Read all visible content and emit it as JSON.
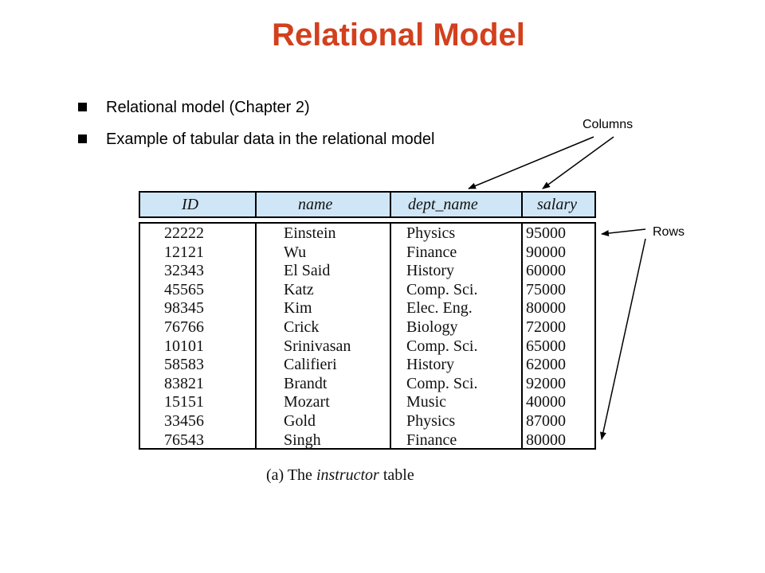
{
  "title": "Relational Model",
  "bullets": [
    "Relational model (Chapter 2)",
    "Example of tabular data in the relational model"
  ],
  "callouts": {
    "columns": "Columns",
    "rows": "Rows"
  },
  "table": {
    "headers": [
      "ID",
      "name",
      "dept_name",
      "salary"
    ],
    "rows": [
      [
        "22222",
        "Einstein",
        "Physics",
        "95000"
      ],
      [
        "12121",
        "Wu",
        "Finance",
        "90000"
      ],
      [
        "32343",
        "El Said",
        "History",
        "60000"
      ],
      [
        "45565",
        "Katz",
        "Comp. Sci.",
        "75000"
      ],
      [
        "98345",
        "Kim",
        "Elec. Eng.",
        "80000"
      ],
      [
        "76766",
        "Crick",
        "Biology",
        "72000"
      ],
      [
        "10101",
        "Srinivasan",
        "Comp. Sci.",
        "65000"
      ],
      [
        "58583",
        "Califieri",
        "History",
        "62000"
      ],
      [
        "83821",
        "Brandt",
        "Comp. Sci.",
        "92000"
      ],
      [
        "15151",
        "Mozart",
        "Music",
        "40000"
      ],
      [
        "33456",
        "Gold",
        "Physics",
        "87000"
      ],
      [
        "76543",
        "Singh",
        "Finance",
        "80000"
      ]
    ]
  },
  "caption": {
    "prefix": "(a) The ",
    "emph": "instructor",
    "suffix": " table"
  }
}
